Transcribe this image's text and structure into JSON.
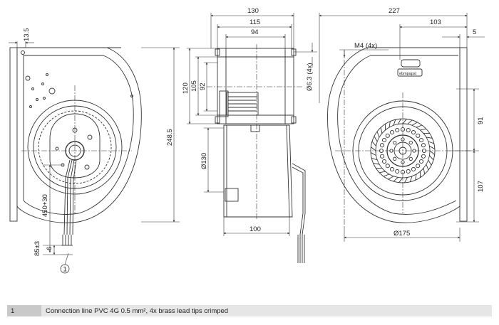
{
  "dimensions": {
    "left_view": {
      "top": "13.5",
      "height": "248.5",
      "cable": "450+30",
      "lead": "85±3",
      "strip": "6",
      "callout": "1"
    },
    "middle_view": {
      "overall_width": "130",
      "width_115": "115",
      "width_94": "94",
      "h120": "120",
      "h105": "105",
      "h92": "92",
      "hole": "Ø6.3 (4x)",
      "dia130": "Ø130",
      "bottom_width": "100"
    },
    "right_view": {
      "overall_width": "227",
      "width_103": "103",
      "width_5": "5",
      "thread": "M4 (4x)",
      "v91": "91",
      "v107": "107",
      "dia175": "Ø175",
      "label_brand": "ebmpapst"
    }
  },
  "legend": {
    "number": "1",
    "text": "Connection line PVC 4G 0.5 mm², 4x brass lead tips crimped"
  }
}
